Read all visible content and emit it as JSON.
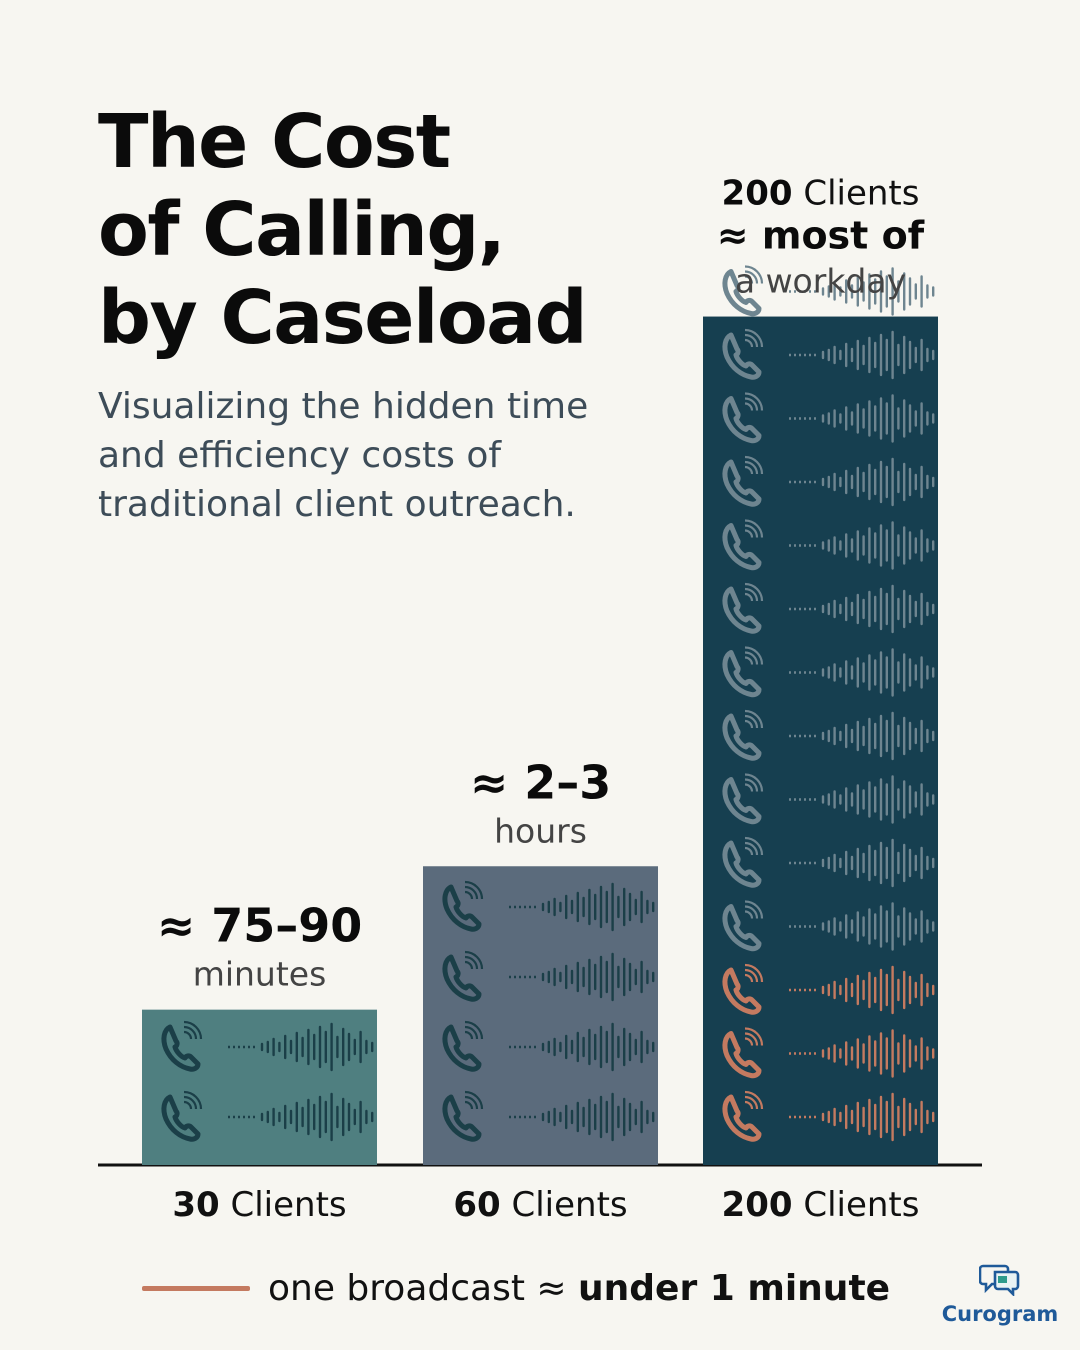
{
  "header": {
    "title_lines": [
      "The Cost",
      "of Calling,",
      "by Caseload"
    ],
    "subtitle_lines": [
      "Visualizing the hidden time",
      "and efficiency costs of",
      "traditional client outreach."
    ]
  },
  "chart_data": {
    "type": "bar",
    "title": "The Cost of Calling, by Caseload",
    "xlabel": "",
    "ylabel": "",
    "categories": [
      "30 Clients",
      "60 Clients",
      "200 Clients"
    ],
    "category_numbers": [
      "30",
      "60",
      "200"
    ],
    "category_words": [
      "Clients",
      "Clients",
      "Clients"
    ],
    "values": [
      1.3,
      2.5,
      7.1
    ],
    "value_unit": "relative bar height (read from picture, no axis shown)",
    "call_rows": [
      2,
      4,
      14
    ],
    "highlighted_rows": [
      0,
      0,
      3
    ],
    "data_labels": [
      {
        "lines": [
          {
            "bold": "≈ 75–90",
            "normal": ""
          },
          {
            "bold": "",
            "normal": "minutes"
          }
        ]
      },
      {
        "lines": [
          {
            "bold": "≈ 2–3",
            "normal": ""
          },
          {
            "bold": "",
            "normal": "hours"
          }
        ]
      },
      {
        "lines": [
          {
            "bold": "200",
            "normal": " Clients"
          },
          {
            "bold": "≈ most of",
            "normal": ""
          },
          {
            "bold": "",
            "normal": "a workday"
          }
        ]
      }
    ],
    "colors": [
      "#4f7f80",
      "#5b6b7c",
      "#163f50"
    ],
    "call_icon_color": "#1b3f48",
    "call_icon_color_dark_bar": "#6e8590",
    "highlight_color": "#c47a60",
    "axis_color": "#111111",
    "grid": false,
    "legend_position": "bottom"
  },
  "legend": {
    "text_normal": "one broadcast ≈ ",
    "text_bold": "under 1 minute",
    "line_color": "#c47a60"
  },
  "brand": {
    "name": "Curogram",
    "icon": "chat-bubbles-icon",
    "color": "#1f5a99"
  }
}
